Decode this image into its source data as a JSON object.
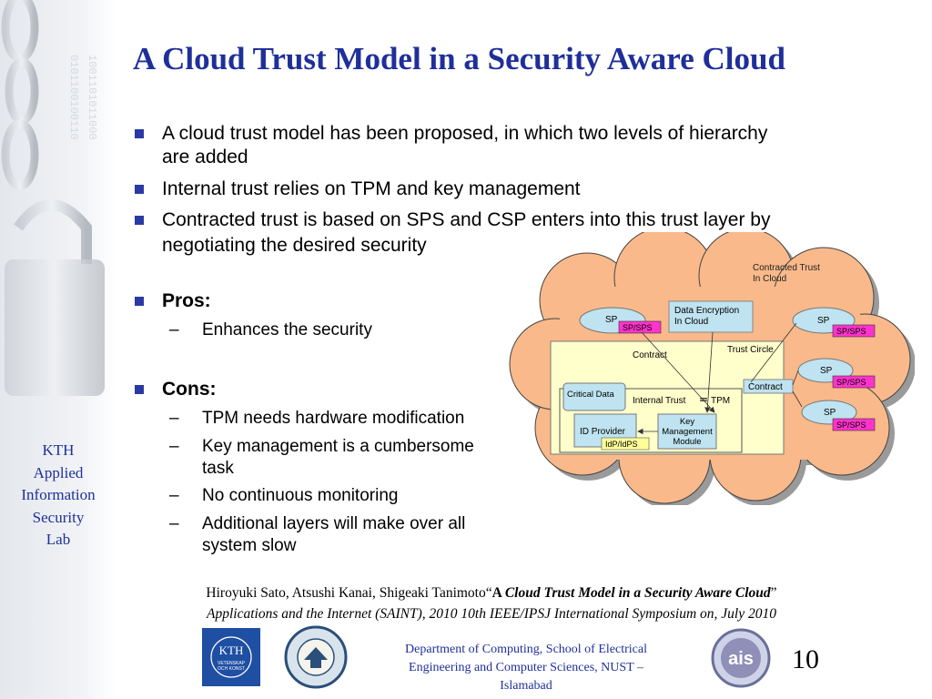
{
  "title": "A Cloud Trust Model in a Security Aware Cloud",
  "sidebar": {
    "lines": [
      "KTH",
      "Applied",
      "Information",
      "Security",
      "Lab"
    ]
  },
  "bullets": [
    {
      "lines": [
        "A cloud trust model has been proposed, in which two levels of hierarchy",
        "are added"
      ]
    },
    {
      "lines": [
        "Internal trust relies on TPM and key management"
      ]
    },
    {
      "lines": [
        "Contracted trust is based on SPS and CSP enters into this trust layer by",
        "negotiating the desired security"
      ]
    }
  ],
  "pros": {
    "heading": "Pros:",
    "items": [
      [
        "Enhances the security"
      ]
    ]
  },
  "cons": {
    "heading": "Cons:",
    "items": [
      [
        "TPM needs hardware modification"
      ],
      [
        "Key management is a cumbersome",
        "task"
      ],
      [
        "No continuous monitoring"
      ],
      [
        "Additional layers will make over all",
        "system slow"
      ]
    ]
  },
  "dash": "–",
  "diagram": {
    "contracted_trust_label": [
      "Contracted Trust",
      "In Cloud"
    ],
    "sp_label": "SP",
    "sp_sps_label": "SP/SPS",
    "data_encryption_label": [
      "Data Encryption",
      "In Cloud"
    ],
    "contract_label": "Contract",
    "trust_circle_label": "Trust Circle",
    "critical_data_label": "Critical Data",
    "internal_trust_label": "Internal Trust",
    "tpm_label": "TPM",
    "id_provider_label": "ID Provider",
    "key_management_label": [
      "Key",
      "Management",
      "Module"
    ],
    "idp_idps_label": "IdP/IdPS",
    "colors": {
      "cloud": "#f9b98a",
      "trust_box": "#ffffcc",
      "inner_box": "#bfe3f0",
      "sp_sps": "#ff33cc",
      "idp": "#ffff99"
    }
  },
  "citation": {
    "line1_prefix": "Hiroyuki Sato, Atsushi Kanai, Shigeaki Tanimoto“",
    "line1_bold_a": "A ",
    "line1_bold_title": "Cloud Trust Model in a Security Aware Cloud",
    "line1_suffix": "”",
    "line2": "Applications and the Internet (SAINT), 2010 10th IEEE/IPSJ International Symposium on, July 2010"
  },
  "footer": {
    "department": [
      "Department of Computing, School of Electrical",
      "Engineering and Computer Sciences, NUST –",
      "Islamabad"
    ],
    "page_number": "10",
    "kth_logo_text": [
      "KTH",
      "VETENSKAP",
      "OCH KONST"
    ],
    "ais_logo_text": "ais"
  }
}
